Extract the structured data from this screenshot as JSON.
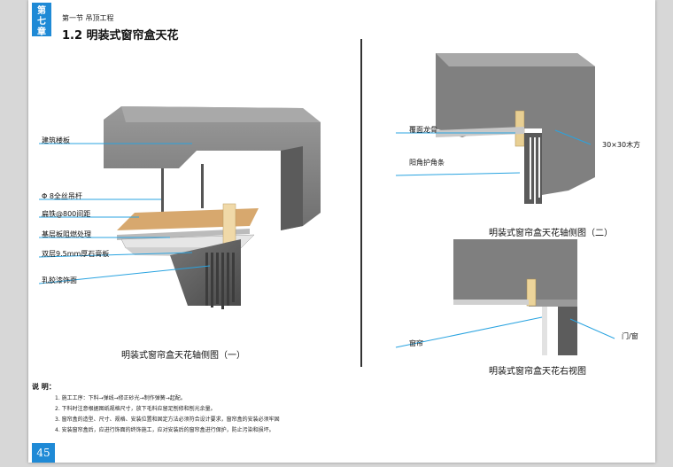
{
  "header": {
    "chapter_tab": "第\n七\n章",
    "section_label": "第一节  吊顶工程",
    "page_title": "1.2 明装式窗帘盒天花"
  },
  "figure_left": {
    "callouts": [
      "建筑楼板",
      "Φ 8全丝吊杆",
      "扁铁@800间距",
      "基层板阻燃处理",
      "双层9.5mm厚石膏板",
      "乳胶漆饰面"
    ],
    "caption": "明装式窗帘盒天花轴侧图（一）"
  },
  "figure_right_top": {
    "callouts": [
      "覆面龙骨",
      "阳角护角条",
      "30×30木方"
    ],
    "caption": "明装式窗帘盒天花轴侧图（二）"
  },
  "figure_right_bottom": {
    "callouts": [
      "窗帘",
      "门/窗"
    ],
    "caption": "明装式窗帘盒天花右视图"
  },
  "notes": {
    "title": "说 明：",
    "items": [
      "1. 施工工序：下料→弹线→修正砂光→制作弹簧→起配。",
      "2. 下料时注意根据图纸规格尺寸，放下毛料应留足刨修和刨光余量。",
      "3. 窗帘盒的造型、尺寸、规格、安装位置和固定方法必须符合设计要求，窗帘盒的安装必须牢固",
      "4. 安装窗帘盒后，应进行饰面的终饰施工，应对安装后的窗帘盒进行保护，防止污染和损坏。"
    ]
  },
  "footer": {
    "page_number": "45"
  },
  "colors": {
    "accent": "#1f8ad6",
    "callout_line": "#29a3e0",
    "concrete": "#7d7d7d"
  }
}
